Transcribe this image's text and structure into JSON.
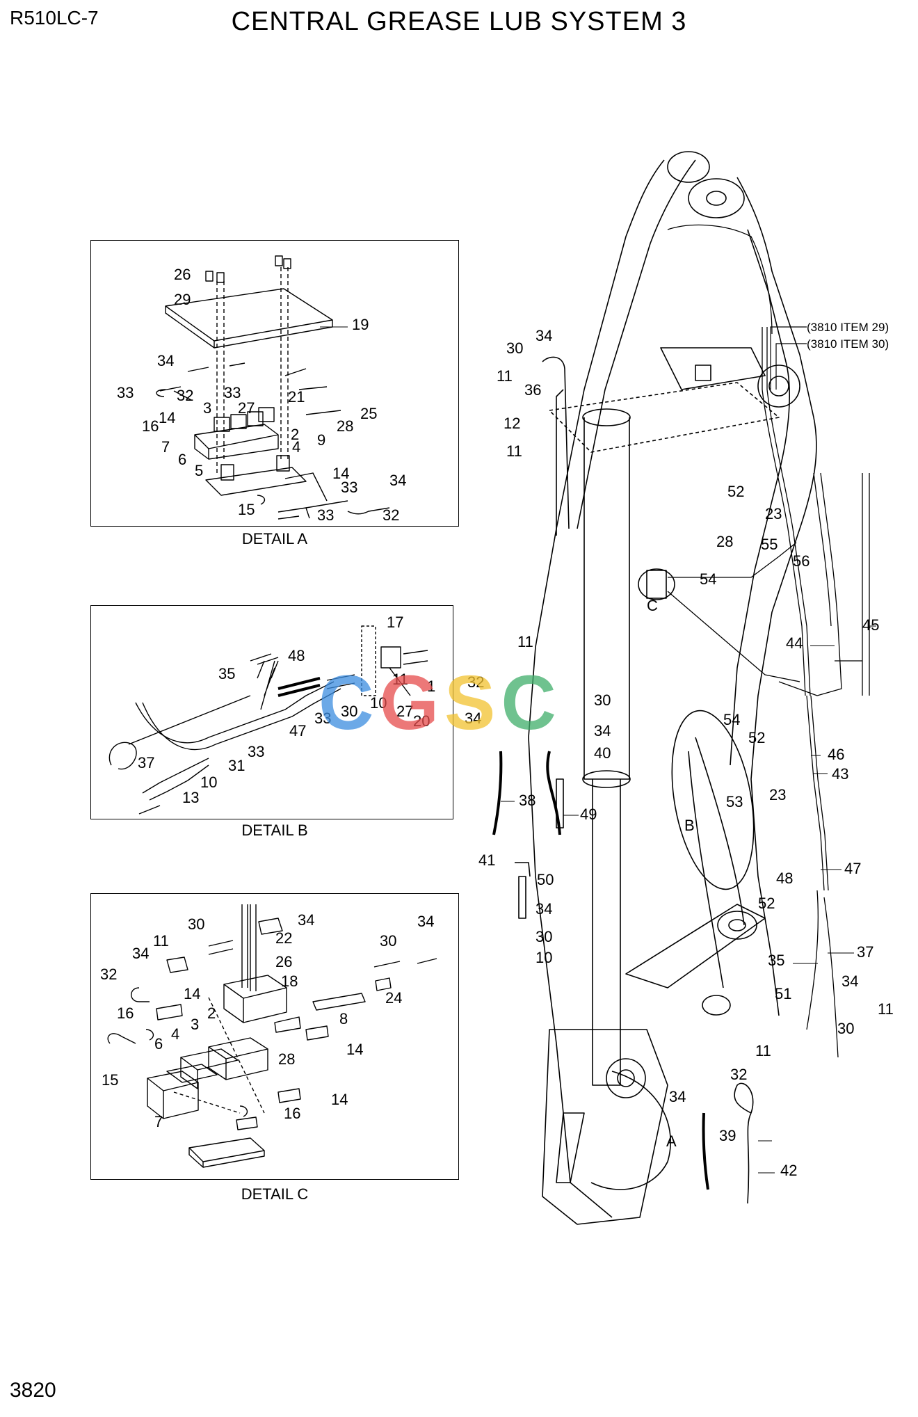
{
  "header": {
    "model": "R510LC-7",
    "title": "CENTRAL GREASE LUB SYSTEM 3"
  },
  "footer": {
    "page_number": "3820"
  },
  "details": {
    "a": {
      "caption": "DETAIL A"
    },
    "b": {
      "caption": "DETAIL B"
    },
    "c": {
      "caption": "DETAIL C"
    }
  },
  "references": [
    "(3810 ITEM 29)",
    "(3810 ITEM 30)"
  ],
  "detail_markers": [
    "A",
    "B",
    "C"
  ],
  "watermark": {
    "text": "CGSC",
    "colors": [
      "#3b8de0",
      "#e64b4b",
      "#f2c230",
      "#3fae6a"
    ]
  },
  "callouts": {
    "detail_a": [
      "26",
      "29",
      "19",
      "34",
      "33",
      "32",
      "33",
      "21",
      "27",
      "3",
      "25",
      "14",
      "16",
      "2",
      "9",
      "28",
      "7",
      "4",
      "6",
      "5",
      "14",
      "34",
      "33",
      "15",
      "33",
      "32"
    ],
    "detail_b": [
      "17",
      "48",
      "35",
      "11",
      "1",
      "27",
      "20",
      "10",
      "30",
      "33",
      "47",
      "37",
      "33",
      "31",
      "10",
      "13"
    ],
    "detail_c": [
      "30",
      "34",
      "22",
      "34",
      "11",
      "26",
      "30",
      "34",
      "32",
      "18",
      "14",
      "24",
      "16",
      "2",
      "3",
      "8",
      "4",
      "14",
      "28",
      "6",
      "15",
      "14",
      "16",
      "7"
    ],
    "main": [
      "34",
      "30",
      "11",
      "36",
      "12",
      "11",
      "52",
      "23",
      "28",
      "55",
      "56",
      "54",
      "C",
      "45",
      "44",
      "11",
      "32",
      "30",
      "34",
      "34",
      "40",
      "54",
      "52",
      "46",
      "43",
      "38",
      "49",
      "53",
      "23",
      "41",
      "50",
      "34",
      "30",
      "10",
      "48",
      "47",
      "52",
      "35",
      "37",
      "34",
      "51",
      "11",
      "30",
      "11",
      "32",
      "34",
      "39",
      "42"
    ]
  }
}
